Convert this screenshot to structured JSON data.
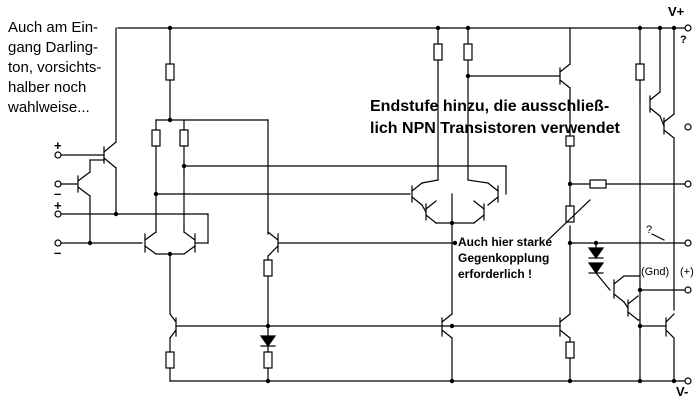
{
  "annotations": {
    "left_note": "Auch am Ein-\ngang Darling-\nton, vorsichts-\nhalber noch\nwahlweise...",
    "main_note": "Endstufe hinzu, die ausschließ-\nlich NPN Transistoren verwendet",
    "feedback_note": "Auch hier starke\nGegenkopplung\nerforderlich !"
  },
  "rails": {
    "positive": "V+",
    "negative": "V-"
  },
  "input_pins": {
    "plus_upper": "+",
    "minus_upper": "–",
    "plus_lower": "+",
    "minus_lower": "–"
  },
  "output_labels": {
    "question_top": "?",
    "question_mid": "?",
    "gnd": "(Gnd)",
    "plus_circle": "(+)"
  }
}
